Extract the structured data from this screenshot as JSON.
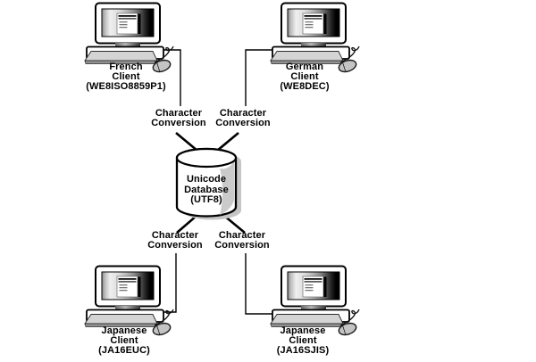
{
  "diagram": {
    "clients": {
      "top_left": {
        "line1": "French",
        "line2": "Client",
        "line3": "(WE8ISO8859P1)"
      },
      "top_right": {
        "line1": "German",
        "line2": "Client",
        "line3": "(WE8DEC)"
      },
      "bottom_left": {
        "line1": "Japanese",
        "line2": "Client",
        "line3": "(JA16EUC)"
      },
      "bottom_right": {
        "line1": "Japanese",
        "line2": "Client",
        "line3": "(JA16SJIS)"
      }
    },
    "conversion": {
      "line1": "Character",
      "line2": "Conversion"
    },
    "database": {
      "line1": "Unicode",
      "line2": "Database",
      "line3": "(UTF8)"
    },
    "icons": {
      "client": "desktop-computer-with-mouse-icon",
      "database": "database-cylinder-icon"
    },
    "colors": {
      "line": "#000000",
      "text": "#000000",
      "cylinder_shadow": "#c5c5c5",
      "cylinder_shade": "#cacaca",
      "keyboard_gray": "#d4d4d4",
      "mouse_gray": "#c4c4c4",
      "background": "#ffffff"
    }
  }
}
